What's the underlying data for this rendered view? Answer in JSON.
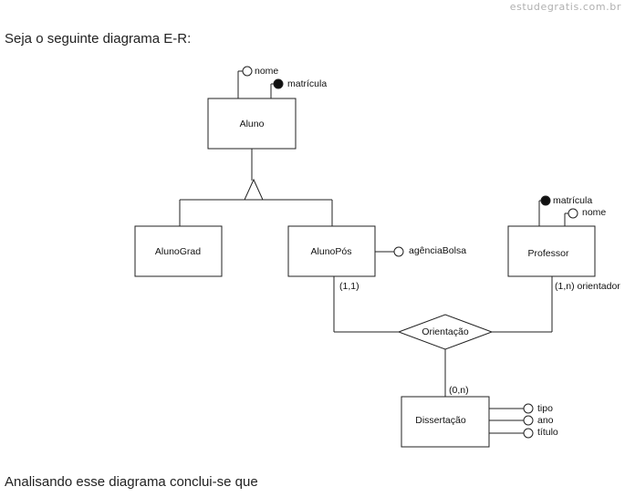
{
  "watermark": "estudegratis.com.br",
  "intro_text": "Seja o seguinte diagrama E-R:",
  "outro_text": "Analisando esse diagrama conclui-se que",
  "diagram": {
    "entities": {
      "aluno": "Aluno",
      "alunograd": "AlunoGrad",
      "alunopos": "AlunoPós",
      "professor": "Professor",
      "dissertacao": "Dissertação"
    },
    "relationship": "Orientação",
    "attributes": {
      "aluno_nome": "nome",
      "aluno_matricula": "matrícula",
      "alunopos_agencia": "agênciaBolsa",
      "professor_matricula": "matrícula",
      "professor_nome": "nome",
      "dissert_tipo": "tipo",
      "dissert_ano": "ano",
      "dissert_titulo": "título"
    },
    "cardinalities": {
      "alunopos": "(1,1)",
      "professor": "(1,n) orientador",
      "dissertacao": "(0,n)"
    }
  }
}
